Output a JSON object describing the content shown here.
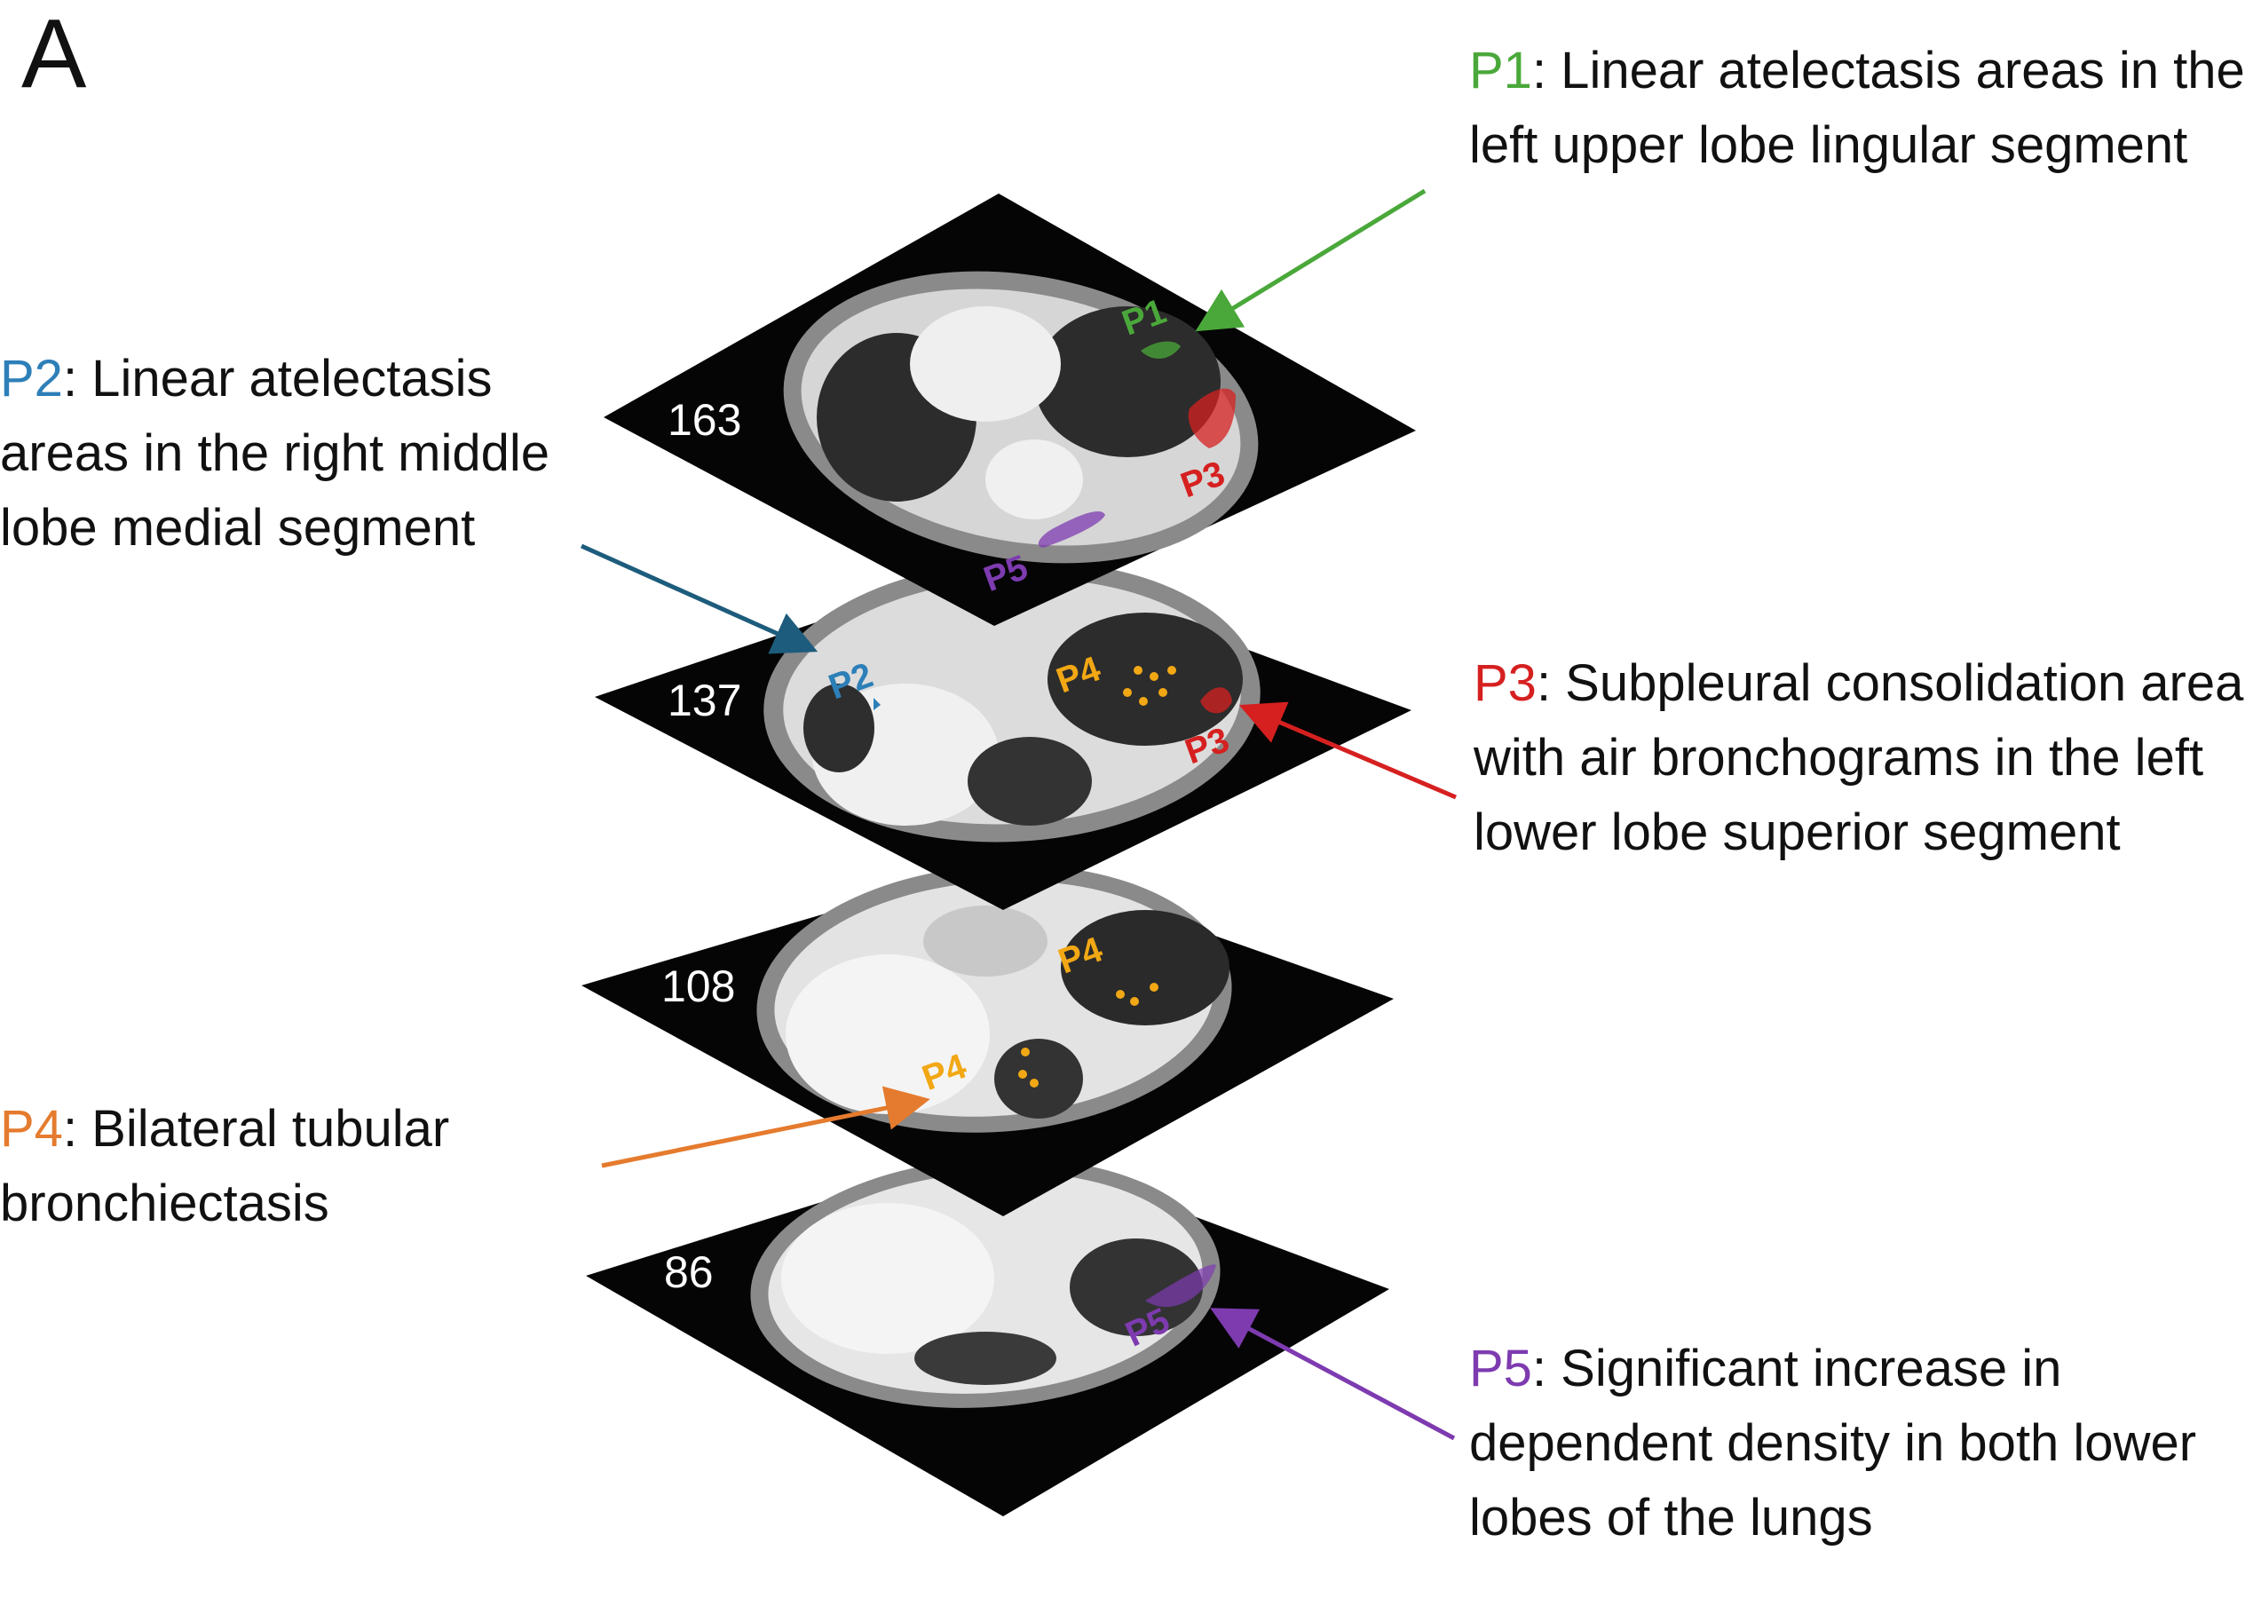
{
  "panel_letter": "A",
  "colors": {
    "p1": "#4aa83a",
    "p2": "#2d7fb8",
    "p3": "#d62020",
    "p4": "#e57b2e",
    "p5": "#7e3bb0",
    "p4_marker": "#f2a814",
    "p2_arrow": "#1d5c7c"
  },
  "annotations": {
    "p1": {
      "tag": "P1",
      "text": ": Linear atelectasis areas in the left upper lobe lingular segment"
    },
    "p2": {
      "tag": "P2",
      "text": ": Linear atelectasis areas in the right middle lobe medial segment"
    },
    "p3": {
      "tag": "P3",
      "text": ": Subpleural consolidation area with air bronchograms in the left lower lobe superior segment"
    },
    "p4": {
      "tag": "P4",
      "text": ": Bilateral tubular bronchiectasis"
    },
    "p5": {
      "tag": "P5",
      "text": ": Significant increase in dependent density in both lower lobes of the lungs"
    }
  },
  "slices": [
    {
      "number": "163",
      "labels": [
        "P1",
        "P3",
        "P5"
      ]
    },
    {
      "number": "137",
      "labels": [
        "P2",
        "P4",
        "P3"
      ]
    },
    {
      "number": "108",
      "labels": [
        "P4",
        "P4"
      ]
    },
    {
      "number": "86",
      "labels": [
        "P5"
      ]
    }
  ]
}
